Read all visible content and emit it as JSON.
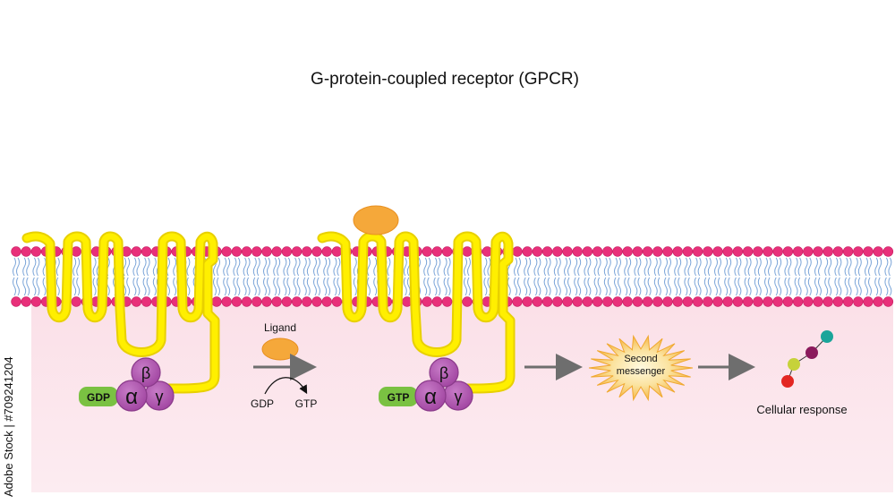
{
  "title": "G-protein-coupled receptor (GPCR)",
  "labels": {
    "ligand": "Ligand",
    "gdp_left": "GDP",
    "gdp_arrow": "GDP",
    "gtp_arrow": "GTP",
    "gtp_right": "GTP",
    "second_messenger_line1": "Second",
    "second_messenger_line2": "messenger",
    "cellular_response": "Cellular response"
  },
  "subunits": {
    "alpha": "α",
    "beta": "β",
    "gamma": "γ"
  },
  "watermark": {
    "stock_id": "Adobe Stock | #709241204"
  },
  "colors": {
    "membrane_head": "#e8307a",
    "lipid_tail": "#7aa4d8",
    "receptor": "#ffef00",
    "receptor_edge": "#e8d000",
    "g_protein": "#b055b0",
    "g_protein_edge": "#8a3a8a",
    "gdp_gtp_badge": "#7ac142",
    "ligand": "#f5a83a",
    "cytoplasm": "#fbe3ea",
    "arrow": "#6e6e6e",
    "second_messenger": "#f7c766",
    "response_dots": [
      "#e32622",
      "#c6d23a",
      "#8b1a5c",
      "#1aa59a"
    ]
  }
}
